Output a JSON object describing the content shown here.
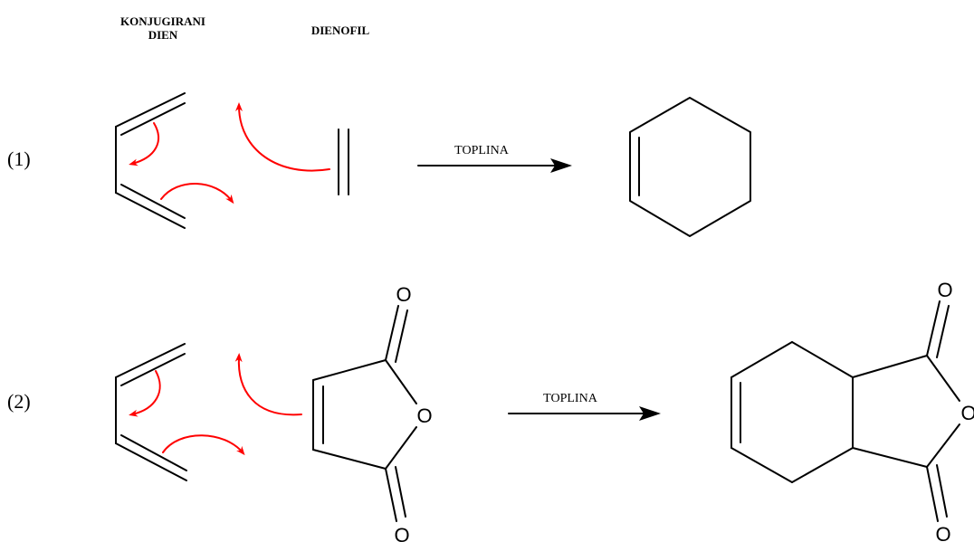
{
  "headers": {
    "diene_line1": "KONJUGIRANI",
    "diene_line2": "DIEN",
    "dienophile": "DIENOFIL"
  },
  "reactions": [
    {
      "label": "(1)",
      "condition": "TOPLINA"
    },
    {
      "label": "(2)",
      "condition": "TOPLINA"
    }
  ],
  "atoms": {
    "oxygen": "O"
  },
  "colors": {
    "bond": "#000000",
    "electron_arrow": "#ff0000"
  }
}
